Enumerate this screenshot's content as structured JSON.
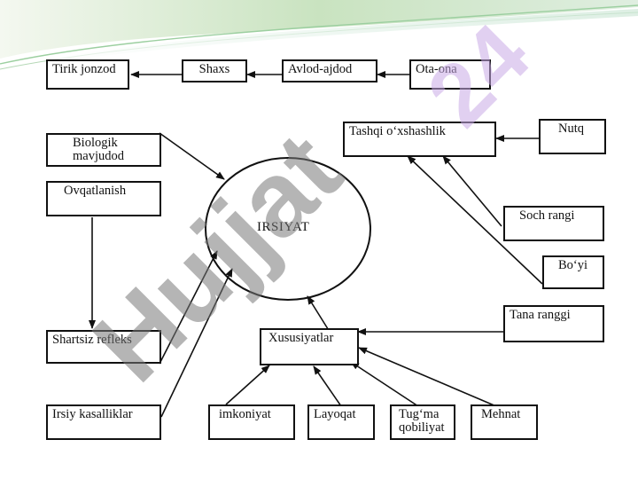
{
  "diagram": {
    "center_label": "IRSIYAT",
    "boxes": {
      "tirik_jonzod": "Tirik jonzod",
      "shaxs": "Shaxs",
      "avlod_ajdod": "Avlod-ajdod",
      "ota_ona": "Ota-ona",
      "biologik_mavjudod": "Biologik mavjudod",
      "ovqatlanish": "Ovqatlanish",
      "shartsiz_refleks": "Shartsiz refleks",
      "irsiy_kasalliklar": "Irsiy kasalliklar",
      "tashqi_oxshashlik": "Tashqi o‘xshashlik",
      "nutq": "Nutq",
      "soch_rangi": "Soch rangi",
      "boyi": "Bo‘yi",
      "tana_ranggi": "Tana ranggi",
      "xususiyatlar": "Xususiyatlar",
      "imkoniyat": "imkoniyat",
      "layoqat": "Layoqat",
      "tugma_qobiliyat": "Tug‘ma qobiliyat",
      "mehnat": "Mehnat"
    }
  },
  "watermark": {
    "main_text": "Hujjat",
    "corner_text": "24"
  },
  "colors": {
    "ink": "#111111",
    "watermark_gray": "#787878",
    "watermark_purple": "#c8aae6",
    "header_swoosh": "#b8d9b0"
  }
}
